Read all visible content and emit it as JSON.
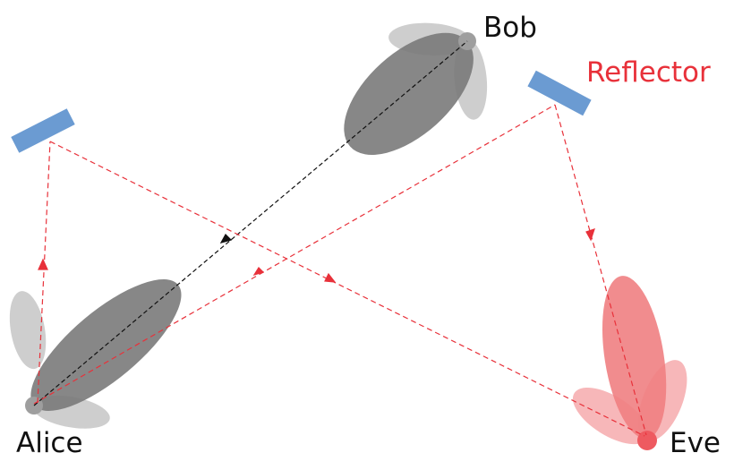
{
  "labels": {
    "bob": "Bob",
    "alice": "Alice",
    "eve": "Eve",
    "reflector": "Reflector"
  },
  "colors": {
    "label_default": "#111111",
    "label_reflector": "#e8313a",
    "lobe_main": "#7a7a7a",
    "lobe_side": "#bdbdbd",
    "eve_main": "#f07f82",
    "eve_side": "#f5a5a7",
    "eve_node": "#ee5a60",
    "node": "#9e9e9e",
    "reflector_panel": "#6b9bd2",
    "ray_red": "#e8313a",
    "ray_black": "#111111"
  }
}
